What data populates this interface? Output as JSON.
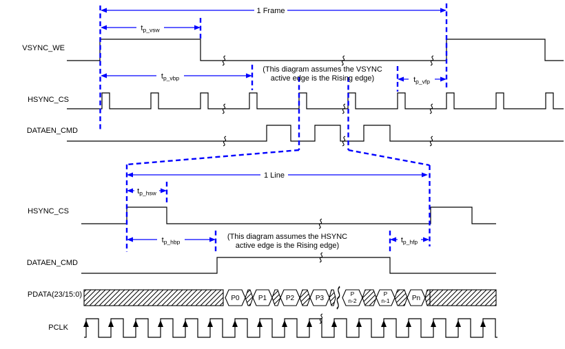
{
  "labels": {
    "frame": "1 Frame",
    "line": "1 Line"
  },
  "signals": {
    "vsync_we": "VSYNC_WE",
    "hsync_cs_top": "HSYNC_CS",
    "dataen_cmd_top": "DATAEN_CMD",
    "hsync_cs_bottom": "HSYNC_CS",
    "dataen_cmd_bottom": "DATAEN_CMD",
    "pdata": "PDATA(23/15:0)",
    "pclk": "PCLK"
  },
  "timings": {
    "vsw": {
      "base": "t",
      "sub": "p_vsw"
    },
    "vbp": {
      "base": "t",
      "sub": "p_vbp"
    },
    "vfp": {
      "base": "t",
      "sub": "p_vfp"
    },
    "hsw": {
      "base": "t",
      "sub": "p_hsw"
    },
    "hbp": {
      "base": "t",
      "sub": "p_hbp"
    },
    "hfp": {
      "base": "t",
      "sub": "p_hfp"
    }
  },
  "notes": {
    "vsync": {
      "line1": "(This diagram assumes the VSYNC",
      "line2": "active edge is the Rising edge)"
    },
    "hsync": {
      "line1": "(This diagram assumes the HSYNC",
      "line2": "active edge is the Rising edge)"
    }
  },
  "pdata_cells": {
    "p0": "P0",
    "p1": "P1",
    "p2": "P2",
    "p3": "P3",
    "pn2": {
      "top": "P",
      "bottom": "n-2"
    },
    "pn1": {
      "top": "P",
      "bottom": "n-1"
    },
    "pn": "Pn"
  },
  "colors": {
    "annotation_blue": "#0000FF",
    "signal_black": "#000000",
    "background": "#FFFFFF"
  }
}
